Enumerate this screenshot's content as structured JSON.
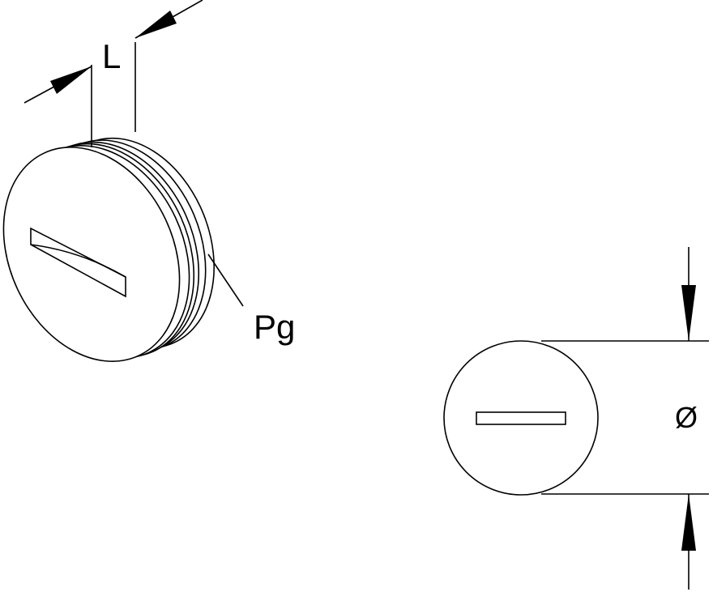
{
  "labels": {
    "length": "L",
    "thread": "Pg",
    "diameter": "Ø"
  },
  "colors": {
    "line": "#000000",
    "background": "#ffffff"
  }
}
